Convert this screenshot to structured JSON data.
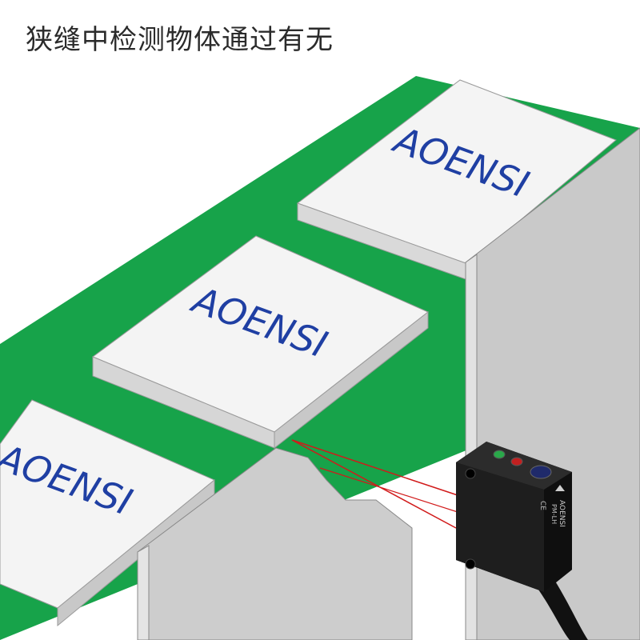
{
  "heading": "狭缝中检测物体通过有无",
  "boxes": [
    {
      "label": "AOENSI"
    },
    {
      "label": "AOENSI"
    },
    {
      "label": "AOENSI"
    }
  ],
  "sensor": {
    "brand": "AOENSI",
    "model": "PM-LH",
    "ce_mark": "CE"
  },
  "colors": {
    "belt": "#17a34a",
    "box_top": "#f4f4f4",
    "box_side": "#d2d2d2",
    "wall": "#c9c9c9",
    "label": "#1f3fa3",
    "beam": "#d11a1a",
    "sensor_body": "#1a1a1a"
  }
}
